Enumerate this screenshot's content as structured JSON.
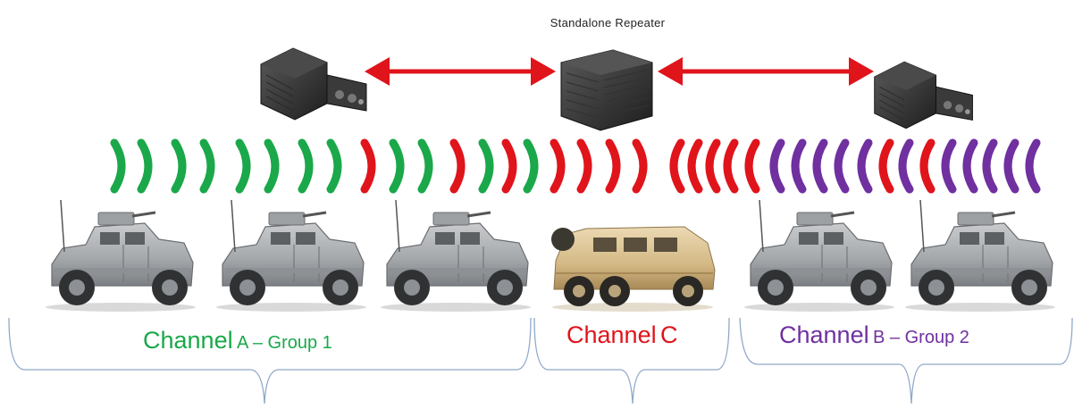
{
  "title": "Standalone Repeater",
  "colors": {
    "group1": "#1aa84a",
    "channel_c": "#e0141b",
    "group2": "#7030a0",
    "arrow": "#e0141b",
    "bracket": "#8fa9c8"
  },
  "devices": [
    {
      "name": "radio-left",
      "icon": "radio-unit-icon"
    },
    {
      "name": "standalone-repeater",
      "icon": "repeater-box-icon"
    },
    {
      "name": "radio-right",
      "icon": "radio-unit-icon"
    }
  ],
  "vehicles": [
    "armored-jeep",
    "armored-jeep",
    "armored-jeep",
    "mrap-truck",
    "armored-jeep",
    "armored-jeep"
  ],
  "channels": [
    {
      "prefix": "Channel",
      "letter": "A",
      "suffix": " – Group 1",
      "color": "#1aa84a"
    },
    {
      "prefix": "Channel",
      "letter": "C",
      "suffix": "",
      "color": "#e0141b"
    },
    {
      "prefix": "Channel",
      "letter": "B",
      "suffix": " – Group 2",
      "color": "#7030a0"
    }
  ]
}
